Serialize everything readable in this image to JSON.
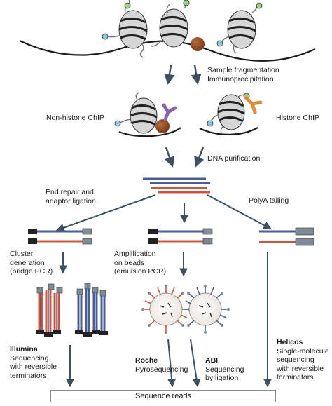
{
  "labels": {
    "fragmentation": [
      "Sample fragmentation",
      "Immunoprecipitation"
    ],
    "non_histone": "Non-histone ChIP",
    "histone": "Histone ChIP",
    "purification": "DNA purification",
    "end_repair": [
      "End repair and",
      "adaptor ligation"
    ],
    "polya": "PolyA tailing",
    "cluster": [
      "Cluster",
      "generation",
      "(bridge PCR)"
    ],
    "amplification": [
      "Amplification",
      "on beads",
      "(emulsion PCR)"
    ],
    "illumina": {
      "name": "Illumina",
      "desc": [
        "Sequencing",
        "with reversible",
        "terminators"
      ]
    },
    "roche": {
      "name": "Roche",
      "desc": [
        "Pyrosequencing"
      ]
    },
    "abi": {
      "name": "ABI",
      "desc": [
        "Sequencing",
        "by ligation"
      ]
    },
    "helicos": {
      "name": "Helicos",
      "desc": [
        "Single-molecule",
        "sequencing",
        "with reversible",
        "terminators"
      ]
    },
    "sequence_reads": "Sequence reads"
  },
  "colors": {
    "arrow": "#3d5060",
    "dna": "#1a1a1a",
    "strand_blue": "#4a5d94",
    "strand_red": "#c8573e",
    "adaptor": "#7f8c96",
    "histone_fill": "#d6d6d6",
    "protein_brown": "#8a4a26",
    "antibody_purple": "#8466a8",
    "antibody_orange": "#e08b3a",
    "tail_blue": "#8ec9e4",
    "tail_green": "#a3cf7e"
  }
}
